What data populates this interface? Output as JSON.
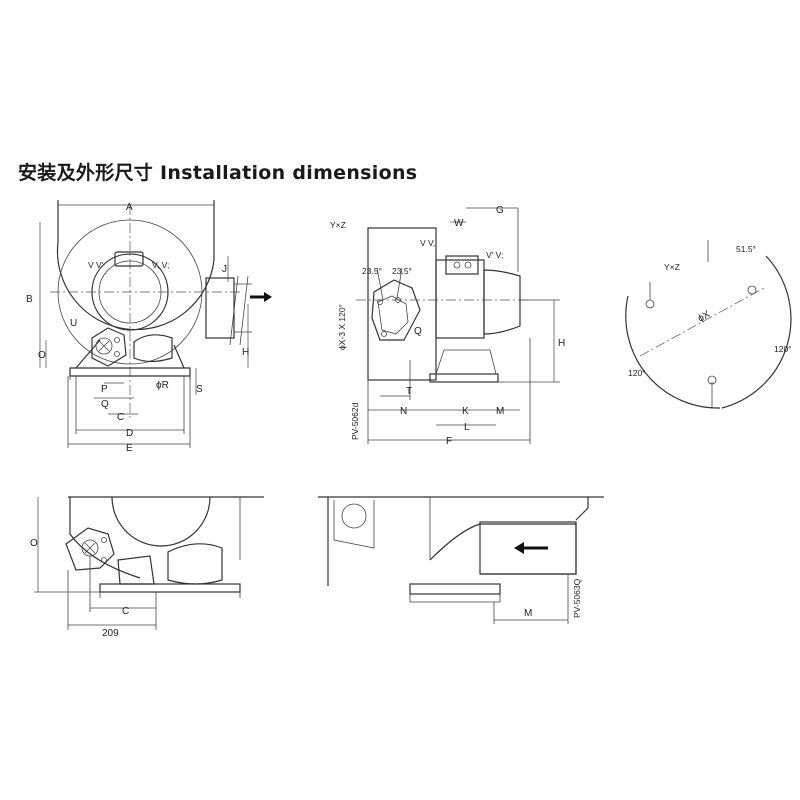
{
  "title": "安装及外形尺寸 Installation dimensions",
  "front_view": {
    "labels": {
      "A": "A",
      "B": "B",
      "C": "C",
      "D": "D",
      "E": "E",
      "J": "J",
      "H": "H",
      "O": "O",
      "P": "P",
      "Q": "Q",
      "U": "U",
      "R": "ϕR",
      "S": "S",
      "VV1": "V V'",
      "VV2": "V, V;"
    }
  },
  "side_view": {
    "labels": {
      "W": "W",
      "G": "G",
      "YxZ": "Y×Z",
      "ang1": "23.5°",
      "ang2": "23.5°",
      "holes": "ϕX-3 X 120°",
      "model": "PV-5062d",
      "VV1": "V V,",
      "VV2": "V' V;",
      "Q": "Q",
      "H": "H",
      "T": "T",
      "N": "N",
      "K": "K",
      "M": "M",
      "L": "L",
      "F": "F"
    }
  },
  "flange_view": {
    "labels": {
      "YxZ": "Y×Z",
      "ang_top": "51.5°",
      "ang_left": "120°",
      "ang_right": "120°",
      "diam": "ϕX"
    }
  },
  "bottom_front": {
    "labels": {
      "O": "O",
      "C": "C",
      "dim209": "209"
    }
  },
  "bottom_side": {
    "labels": {
      "M": "M",
      "model": "PV-5063Q"
    }
  }
}
